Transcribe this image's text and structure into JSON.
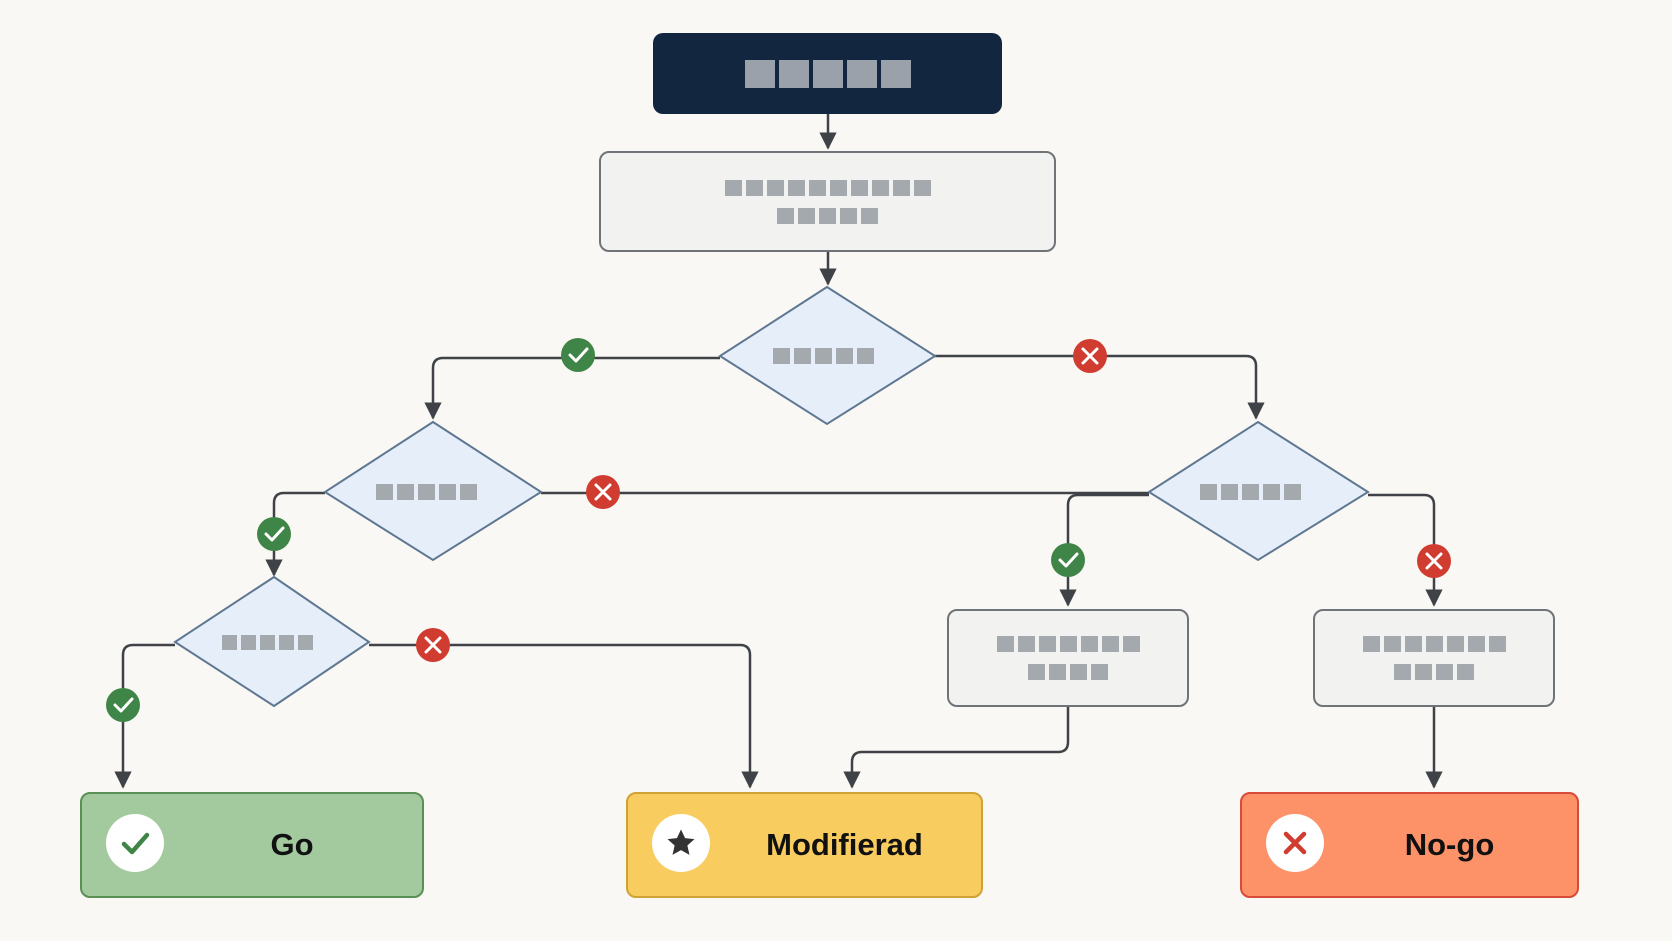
{
  "outcomes": {
    "go": {
      "label": "Go",
      "icon": "check-icon",
      "fill": "#a3c99f",
      "border": "#5a8f56",
      "icon_color": "#3f8547"
    },
    "modified": {
      "label": "Modifierad",
      "icon": "star-icon",
      "fill": "#f8cc5f",
      "border": "#d0a233",
      "icon_color": "#333333"
    },
    "nogo": {
      "label": "No-go",
      "icon": "x-icon",
      "fill": "#fd9167",
      "border": "#d84a3a",
      "icon_color": "#d03c2f"
    }
  },
  "colors": {
    "start_fill": "#12263f",
    "process_fill": "#f2f2f1",
    "decision_fill": "#e6eff9",
    "decision_stroke": "#5f7792",
    "connector": "#3f4347",
    "yes_badge": "#3f8547",
    "no_badge": "#d03c2f"
  },
  "redacted_text": true
}
